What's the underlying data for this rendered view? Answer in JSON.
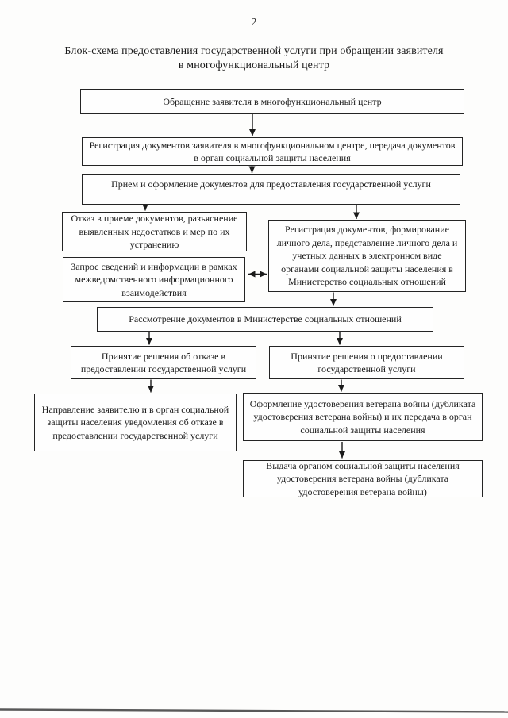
{
  "page": {
    "number": "2",
    "title_line1": "Блок-схема предоставления государственной услуги при обращении заявителя",
    "title_line2": "в многофункциональный центр"
  },
  "nodes": {
    "application": "Обращение заявителя в многофункциональный центр",
    "registration_mfc": "Регистрация документов заявителя в многофункциональном центре, передача документов в орган социальной защиты населения",
    "reception": "Прием и оформление документов для предоставления государственной услуги",
    "refusal_docs": "Отказ в приеме документов, разъяснение выявленных недостатков и мер по их устранению",
    "info_request": "Запрос сведений и информации в рамках межведомственного информационного взаимодействия",
    "registration_ministry": "Регистрация документов, формирование личного дела, представление личного дела и учетных данных в электронном виде органами социальной защиты населения в Министерство социальных отношений",
    "review": "Рассмотрение документов в Министерстве социальных отношений",
    "decision_refuse": "Принятие решения об отказе в предоставлении государственной услуги",
    "decision_grant": "Принятие решения о предоставлении государственной услуги",
    "notify_refusal": "Направление заявителю и в орган социальной защиты населения уведомления об отказе в предоставлении государственной услуги",
    "issue_certificate": "Оформление удостоверения ветерана войны (дубликата удостоверения ветерана войны) и их передача в орган социальной защиты населения",
    "deliver_certificate": "Выдача органом социальной защиты населения удостоверения ветерана войны (дубликата удостоверения ветерана войны)"
  },
  "edges": [
    {
      "from": "application",
      "to": "registration_mfc"
    },
    {
      "from": "registration_mfc",
      "to": "reception"
    },
    {
      "from": "reception",
      "to": "refusal_docs"
    },
    {
      "from": "reception",
      "to": "registration_ministry"
    },
    {
      "from": "info_request",
      "to": "registration_ministry",
      "bidirectional": true
    },
    {
      "from": "registration_ministry",
      "to": "review"
    },
    {
      "from": "review",
      "to": "decision_refuse"
    },
    {
      "from": "review",
      "to": "decision_grant"
    },
    {
      "from": "decision_refuse",
      "to": "notify_refusal"
    },
    {
      "from": "decision_grant",
      "to": "issue_certificate"
    },
    {
      "from": "issue_certificate",
      "to": "deliver_certificate"
    }
  ],
  "colors": {
    "ink": "#1a1a1a",
    "paper": "#fdfdfc",
    "scan_line": "#585858"
  }
}
